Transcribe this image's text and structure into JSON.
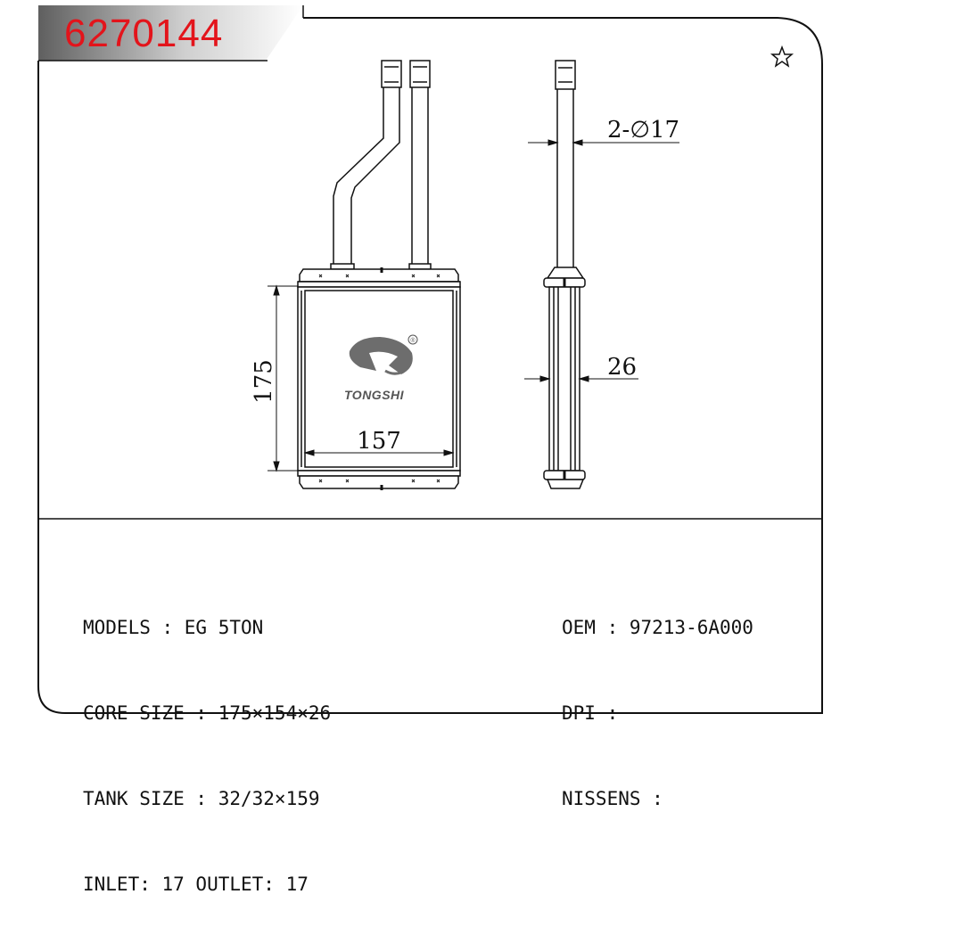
{
  "part_number": "6270144",
  "logo": {
    "brand": "TONGSHI",
    "registered_mark": "®"
  },
  "drawing": {
    "dim_height": "175",
    "dim_width": "157",
    "dim_pipe": "2-∅17",
    "dim_depth": "26"
  },
  "specs_left": [
    "MODELS : EG 5TON",
    "CORE SIZE : 175×154×26",
    "TANK SIZE : 32/32×159",
    "INLET: 17 OUTLET: 17"
  ],
  "specs_right": [
    "OEM : 97213-6A000",
    "DPI :",
    "NISSENS :"
  ],
  "favorite_icon": "star-outline-icon",
  "colors": {
    "part_number": "#e3141b",
    "banner_gradient": [
      "#6a6a6a",
      "#ffffff"
    ],
    "line": "#111111"
  }
}
